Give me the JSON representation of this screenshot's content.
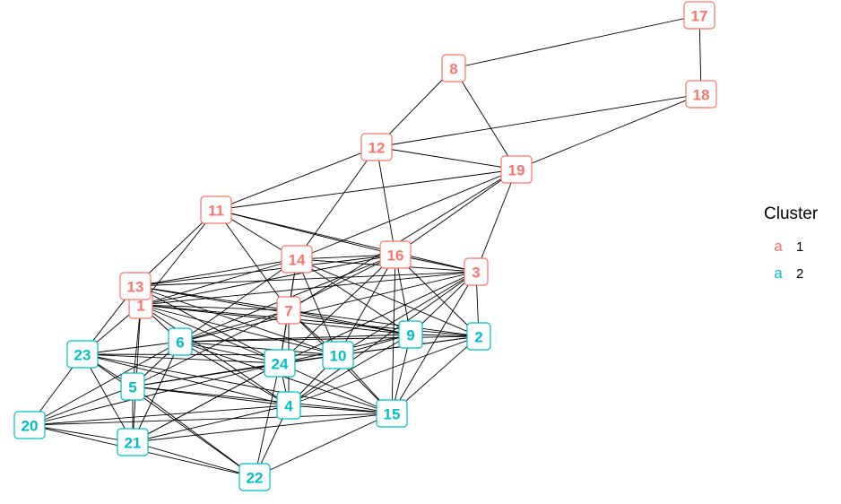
{
  "colors": {
    "cluster1": "#F8766D",
    "cluster2": "#00BFC4"
  },
  "legend": {
    "title": "Cluster",
    "key_glyph": "a",
    "entries": [
      {
        "label": "1",
        "color": "#F8766D"
      },
      {
        "label": "2",
        "color": "#00BFC4"
      }
    ]
  },
  "nodes": [
    {
      "id": "1",
      "cluster": 1
    },
    {
      "id": "2",
      "cluster": 2
    },
    {
      "id": "3",
      "cluster": 1
    },
    {
      "id": "4",
      "cluster": 2
    },
    {
      "id": "5",
      "cluster": 2
    },
    {
      "id": "6",
      "cluster": 2
    },
    {
      "id": "7",
      "cluster": 1
    },
    {
      "id": "8",
      "cluster": 1
    },
    {
      "id": "9",
      "cluster": 2
    },
    {
      "id": "10",
      "cluster": 2
    },
    {
      "id": "11",
      "cluster": 1
    },
    {
      "id": "12",
      "cluster": 1
    },
    {
      "id": "13",
      "cluster": 1
    },
    {
      "id": "14",
      "cluster": 1
    },
    {
      "id": "15",
      "cluster": 2
    },
    {
      "id": "16",
      "cluster": 1
    },
    {
      "id": "17",
      "cluster": 1
    },
    {
      "id": "18",
      "cluster": 1
    },
    {
      "id": "19",
      "cluster": 1
    },
    {
      "id": "20",
      "cluster": 2
    },
    {
      "id": "21",
      "cluster": 2
    },
    {
      "id": "22",
      "cluster": 2
    },
    {
      "id": "23",
      "cluster": 2
    },
    {
      "id": "24",
      "cluster": 2
    }
  ],
  "edges": [
    [
      "17",
      "18"
    ],
    [
      "17",
      "8"
    ],
    [
      "8",
      "12"
    ],
    [
      "8",
      "19"
    ],
    [
      "18",
      "12"
    ],
    [
      "18",
      "19"
    ],
    [
      "12",
      "11"
    ],
    [
      "12",
      "19"
    ],
    [
      "12",
      "16"
    ],
    [
      "12",
      "14"
    ],
    [
      "19",
      "11"
    ],
    [
      "19",
      "14"
    ],
    [
      "19",
      "16"
    ],
    [
      "19",
      "3"
    ],
    [
      "19",
      "7"
    ],
    [
      "11",
      "14"
    ],
    [
      "11",
      "16"
    ],
    [
      "11",
      "13"
    ],
    [
      "11",
      "1"
    ],
    [
      "11",
      "7"
    ],
    [
      "11",
      "3"
    ],
    [
      "13",
      "14"
    ],
    [
      "13",
      "16"
    ],
    [
      "13",
      "3"
    ],
    [
      "13",
      "7"
    ],
    [
      "13",
      "1"
    ],
    [
      "13",
      "23"
    ],
    [
      "13",
      "9"
    ],
    [
      "13",
      "10"
    ],
    [
      "13",
      "24"
    ],
    [
      "14",
      "16"
    ],
    [
      "14",
      "1"
    ],
    [
      "14",
      "6"
    ],
    [
      "14",
      "9"
    ],
    [
      "14",
      "10"
    ],
    [
      "14",
      "2"
    ],
    [
      "14",
      "24"
    ],
    [
      "14",
      "7"
    ],
    [
      "14",
      "3"
    ],
    [
      "16",
      "3"
    ],
    [
      "16",
      "1"
    ],
    [
      "16",
      "6"
    ],
    [
      "16",
      "24"
    ],
    [
      "16",
      "9"
    ],
    [
      "16",
      "2"
    ],
    [
      "16",
      "10"
    ],
    [
      "16",
      "15"
    ],
    [
      "16",
      "5"
    ],
    [
      "3",
      "9"
    ],
    [
      "3",
      "2"
    ],
    [
      "3",
      "24"
    ],
    [
      "3",
      "10"
    ],
    [
      "3",
      "6"
    ],
    [
      "3",
      "1"
    ],
    [
      "3",
      "4"
    ],
    [
      "3",
      "15"
    ],
    [
      "7",
      "1"
    ],
    [
      "7",
      "6"
    ],
    [
      "7",
      "24"
    ],
    [
      "7",
      "10"
    ],
    [
      "7",
      "9"
    ],
    [
      "7",
      "2"
    ],
    [
      "7",
      "4"
    ],
    [
      "7",
      "15"
    ],
    [
      "1",
      "6"
    ],
    [
      "1",
      "24"
    ],
    [
      "1",
      "10"
    ],
    [
      "1",
      "9"
    ],
    [
      "1",
      "23"
    ],
    [
      "1",
      "5"
    ],
    [
      "1",
      "2"
    ],
    [
      "1",
      "4"
    ],
    [
      "6",
      "24"
    ],
    [
      "6",
      "10"
    ],
    [
      "6",
      "9"
    ],
    [
      "6",
      "23"
    ],
    [
      "6",
      "5"
    ],
    [
      "6",
      "4"
    ],
    [
      "6",
      "21"
    ],
    [
      "6",
      "2"
    ],
    [
      "6",
      "15"
    ],
    [
      "24",
      "10"
    ],
    [
      "24",
      "9"
    ],
    [
      "24",
      "2"
    ],
    [
      "24",
      "4"
    ],
    [
      "24",
      "5"
    ],
    [
      "24",
      "23"
    ],
    [
      "24",
      "15"
    ],
    [
      "24",
      "21"
    ],
    [
      "10",
      "9"
    ],
    [
      "10",
      "2"
    ],
    [
      "10",
      "4"
    ],
    [
      "10",
      "15"
    ],
    [
      "10",
      "23"
    ],
    [
      "10",
      "5"
    ],
    [
      "9",
      "2"
    ],
    [
      "9",
      "15"
    ],
    [
      "9",
      "4"
    ],
    [
      "2",
      "15"
    ],
    [
      "2",
      "4"
    ],
    [
      "23",
      "5"
    ],
    [
      "23",
      "20"
    ],
    [
      "23",
      "21"
    ],
    [
      "23",
      "4"
    ],
    [
      "23",
      "22"
    ],
    [
      "5",
      "20"
    ],
    [
      "5",
      "21"
    ],
    [
      "5",
      "4"
    ],
    [
      "5",
      "22"
    ],
    [
      "5",
      "15"
    ],
    [
      "20",
      "21"
    ],
    [
      "20",
      "22"
    ],
    [
      "20",
      "4"
    ],
    [
      "20",
      "15"
    ],
    [
      "20",
      "24"
    ],
    [
      "21",
      "22"
    ],
    [
      "21",
      "4"
    ],
    [
      "21",
      "15"
    ],
    [
      "22",
      "4"
    ],
    [
      "22",
      "15"
    ],
    [
      "22",
      "24"
    ],
    [
      "4",
      "15"
    ],
    [
      "20",
      "6"
    ],
    [
      "21",
      "24"
    ],
    [
      "23",
      "15"
    ],
    [
      "1",
      "21"
    ]
  ]
}
